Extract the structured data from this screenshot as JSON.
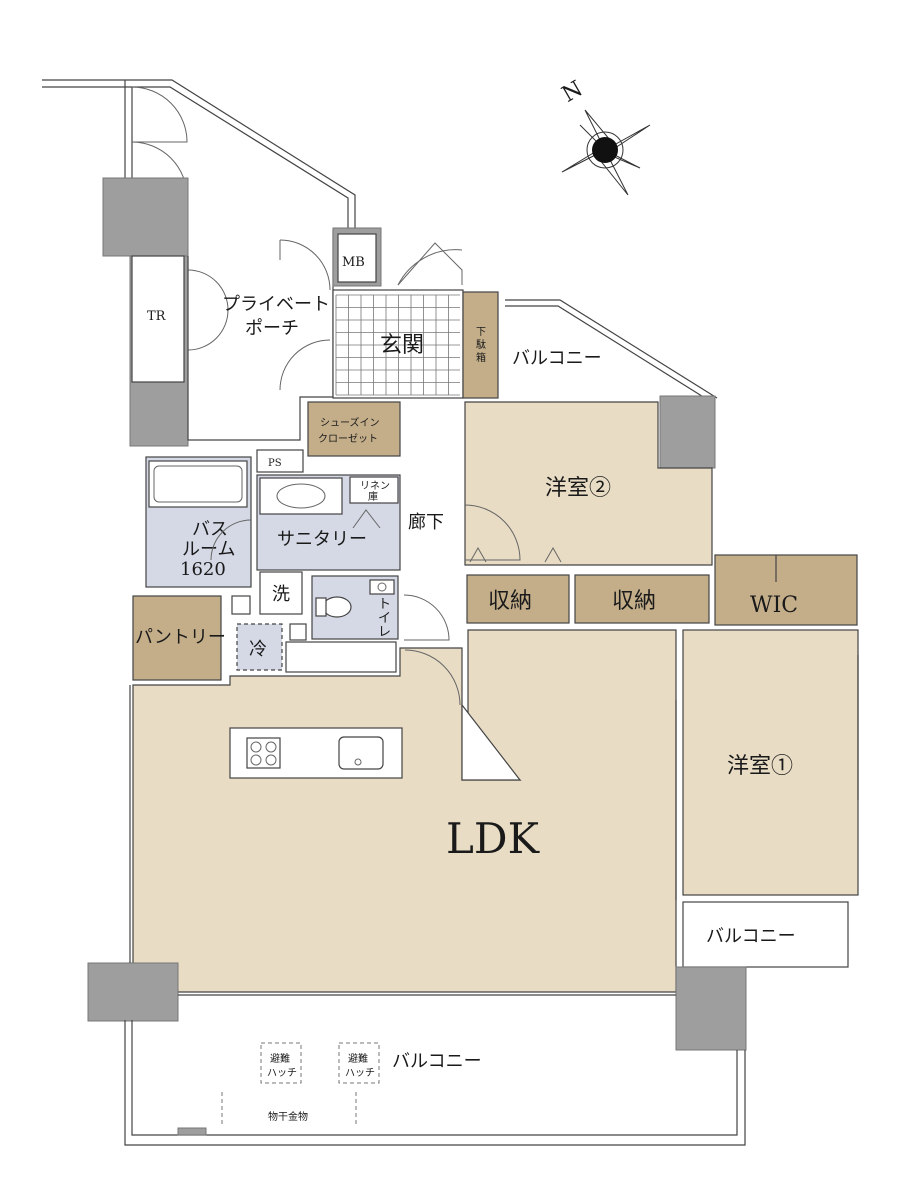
{
  "compass": {
    "north_label": "N"
  },
  "rooms": {
    "tr": "TR",
    "mb": "MB",
    "private_porch_line1": "プライベート",
    "private_porch_line2": "ポーチ",
    "genkan": "玄関",
    "shoebox_line1": "下",
    "shoebox_line2": "駄",
    "shoebox_line3": "箱",
    "balcony_north": "バルコニー",
    "shoes_closet_line1": "シューズイン",
    "shoes_closet_line2": "クローゼット",
    "ps": "PS",
    "linen_line1": "リネン",
    "linen_line2": "庫",
    "bathroom_line1": "バス",
    "bathroom_line2": "ルーム",
    "bathroom_line3": "1620",
    "sanitary": "サニタリー",
    "corridor": "廊下",
    "western2": "洋室②",
    "wash": "洗",
    "toilet_line1": "ト",
    "toilet_line2": "イ",
    "toilet_line3": "レ",
    "storage1": "収納",
    "storage2": "収納",
    "wic": "WIC",
    "pantry": "パントリー",
    "fridge": "冷",
    "ldk": "LDK",
    "western1": "洋室①",
    "balcony_east": "バルコニー",
    "balcony_south": "バルコニー",
    "hatch1_line1": "避難",
    "hatch1_line2": "ハッチ",
    "hatch2_line1": "避難",
    "hatch2_line2": "ハッチ",
    "laundry_hardware": "物干金物"
  }
}
